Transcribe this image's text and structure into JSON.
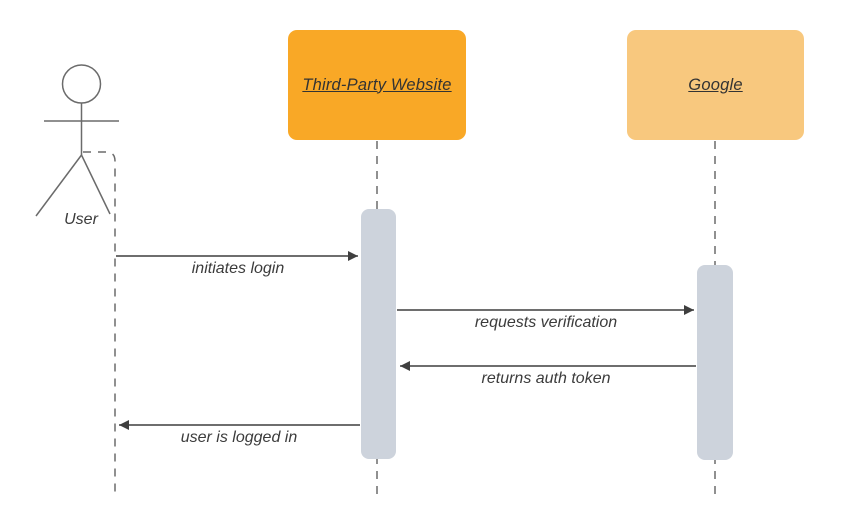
{
  "diagram": {
    "kind": "uml-sequence-diagram",
    "actor": {
      "label": "User"
    },
    "participants": [
      {
        "label": "Third-Party Website",
        "fill": "#F9A826",
        "text_color": "#333333"
      },
      {
        "label": "Google",
        "fill": "#F8C87E",
        "text_color": "#333333"
      }
    ],
    "activations": [
      {
        "on": "Third-Party Website",
        "fill": "#CDD3DC"
      },
      {
        "on": "Google",
        "fill": "#CDD3DC"
      }
    ],
    "messages": [
      {
        "label": "initiates login",
        "from": "User",
        "to": "Third-Party Website",
        "direction": "right"
      },
      {
        "label": "requests verification",
        "from": "Third-Party Website",
        "to": "Google",
        "direction": "right"
      },
      {
        "label": "returns auth token",
        "from": "Google",
        "to": "Third-Party Website",
        "direction": "left"
      },
      {
        "label": "user is logged in",
        "from": "Third-Party Website",
        "to": "User",
        "direction": "left"
      }
    ],
    "colors": {
      "background": "#FFFFFF",
      "lifeline": "#6B6B6B",
      "arrow": "#3F3F3F",
      "activation_fill": "#CDD3DC",
      "text": "#3C3C3C"
    }
  }
}
